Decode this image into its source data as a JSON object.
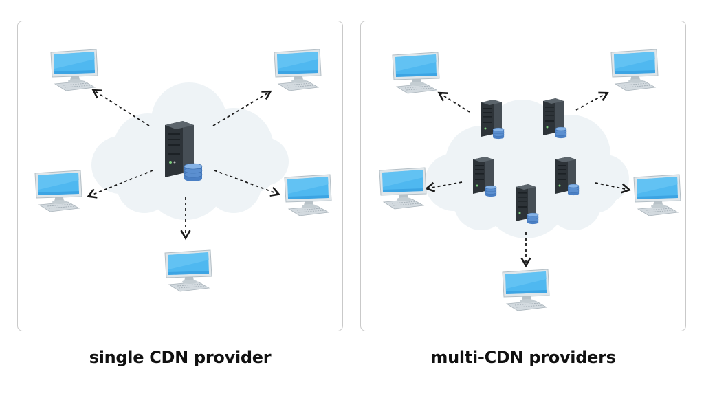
{
  "panels": {
    "left": {
      "caption": "single CDN provider"
    },
    "right": {
      "caption": "multi-CDN providers"
    }
  },
  "colors": {
    "cloud": "#eef3f6",
    "screen": "#4fb8f0",
    "screen_dark": "#2a8fd6",
    "monitor_body": "#dfe6ea",
    "server_dark": "#2d3338",
    "server_mid": "#464e55",
    "db_blue": "#5b8fd0",
    "arrow": "#1a1a1a",
    "border": "#c9c9c9"
  },
  "icons": [
    "desktop-computer-icon",
    "server-tower-icon",
    "database-icon",
    "cloud-shape",
    "dashed-arrow"
  ]
}
